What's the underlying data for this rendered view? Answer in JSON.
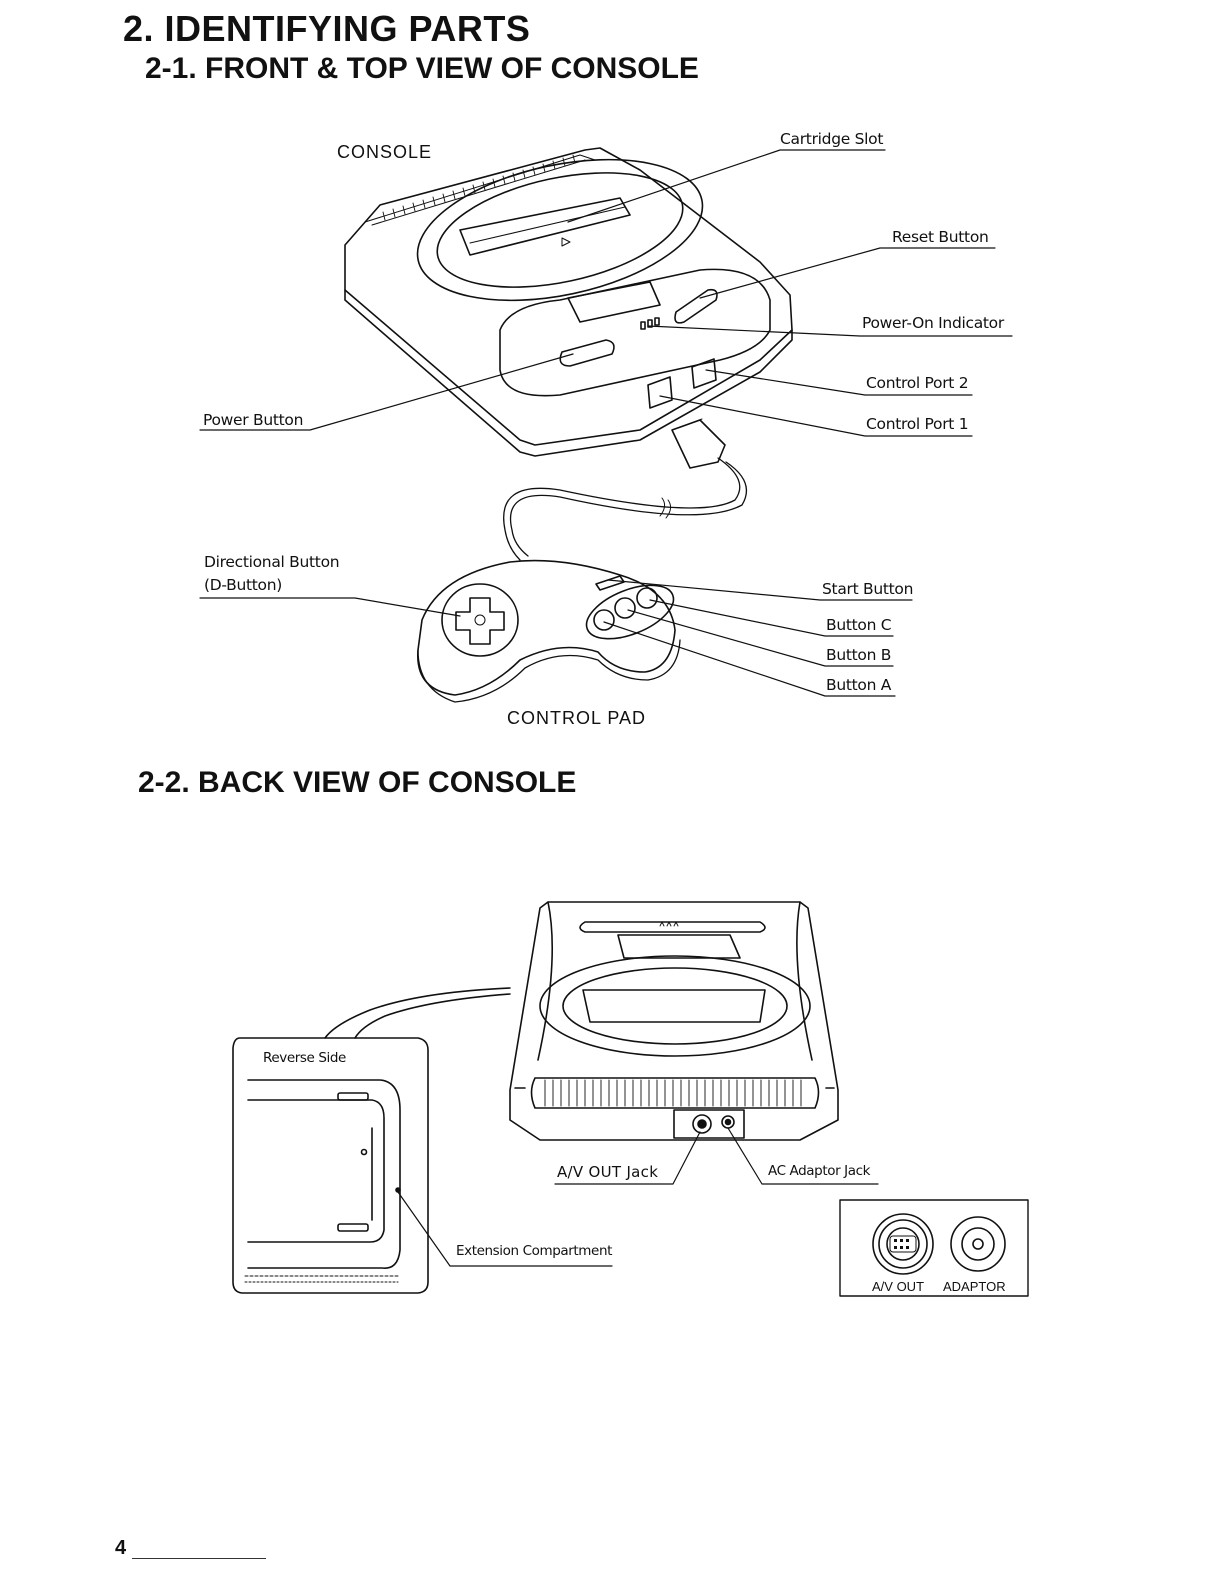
{
  "title": "2. IDENTIFYING PARTS",
  "section1": {
    "heading": "2-1. FRONT & TOP VIEW OF CONSOLE",
    "console_caption": "CONSOLE",
    "pad_caption": "CONTROL PAD",
    "labels": {
      "cartridge_slot": "Cartridge Slot",
      "reset_button": "Reset Button",
      "power_on_indicator": "Power-On Indicator",
      "control_port_2": "Control Port 2",
      "control_port_1": "Control Port 1",
      "power_button": "Power Button",
      "directional_button": "Directional Button",
      "directional_button_abbr": "(D-Button)",
      "start_button": "Start Button",
      "button_c": "Button C",
      "button_b": "Button B",
      "button_a": "Button A"
    }
  },
  "section2": {
    "heading": "2-2. BACK VIEW OF CONSOLE",
    "labels": {
      "reverse_side": "Reverse Side",
      "av_out_jack": "A/V OUT Jack",
      "ac_adaptor_jack": "AC Adaptor Jack",
      "extension_compartment": "Extension Compartment",
      "av_out": "A/V OUT",
      "adaptor": "ADAPTOR"
    }
  },
  "page_number": "4"
}
